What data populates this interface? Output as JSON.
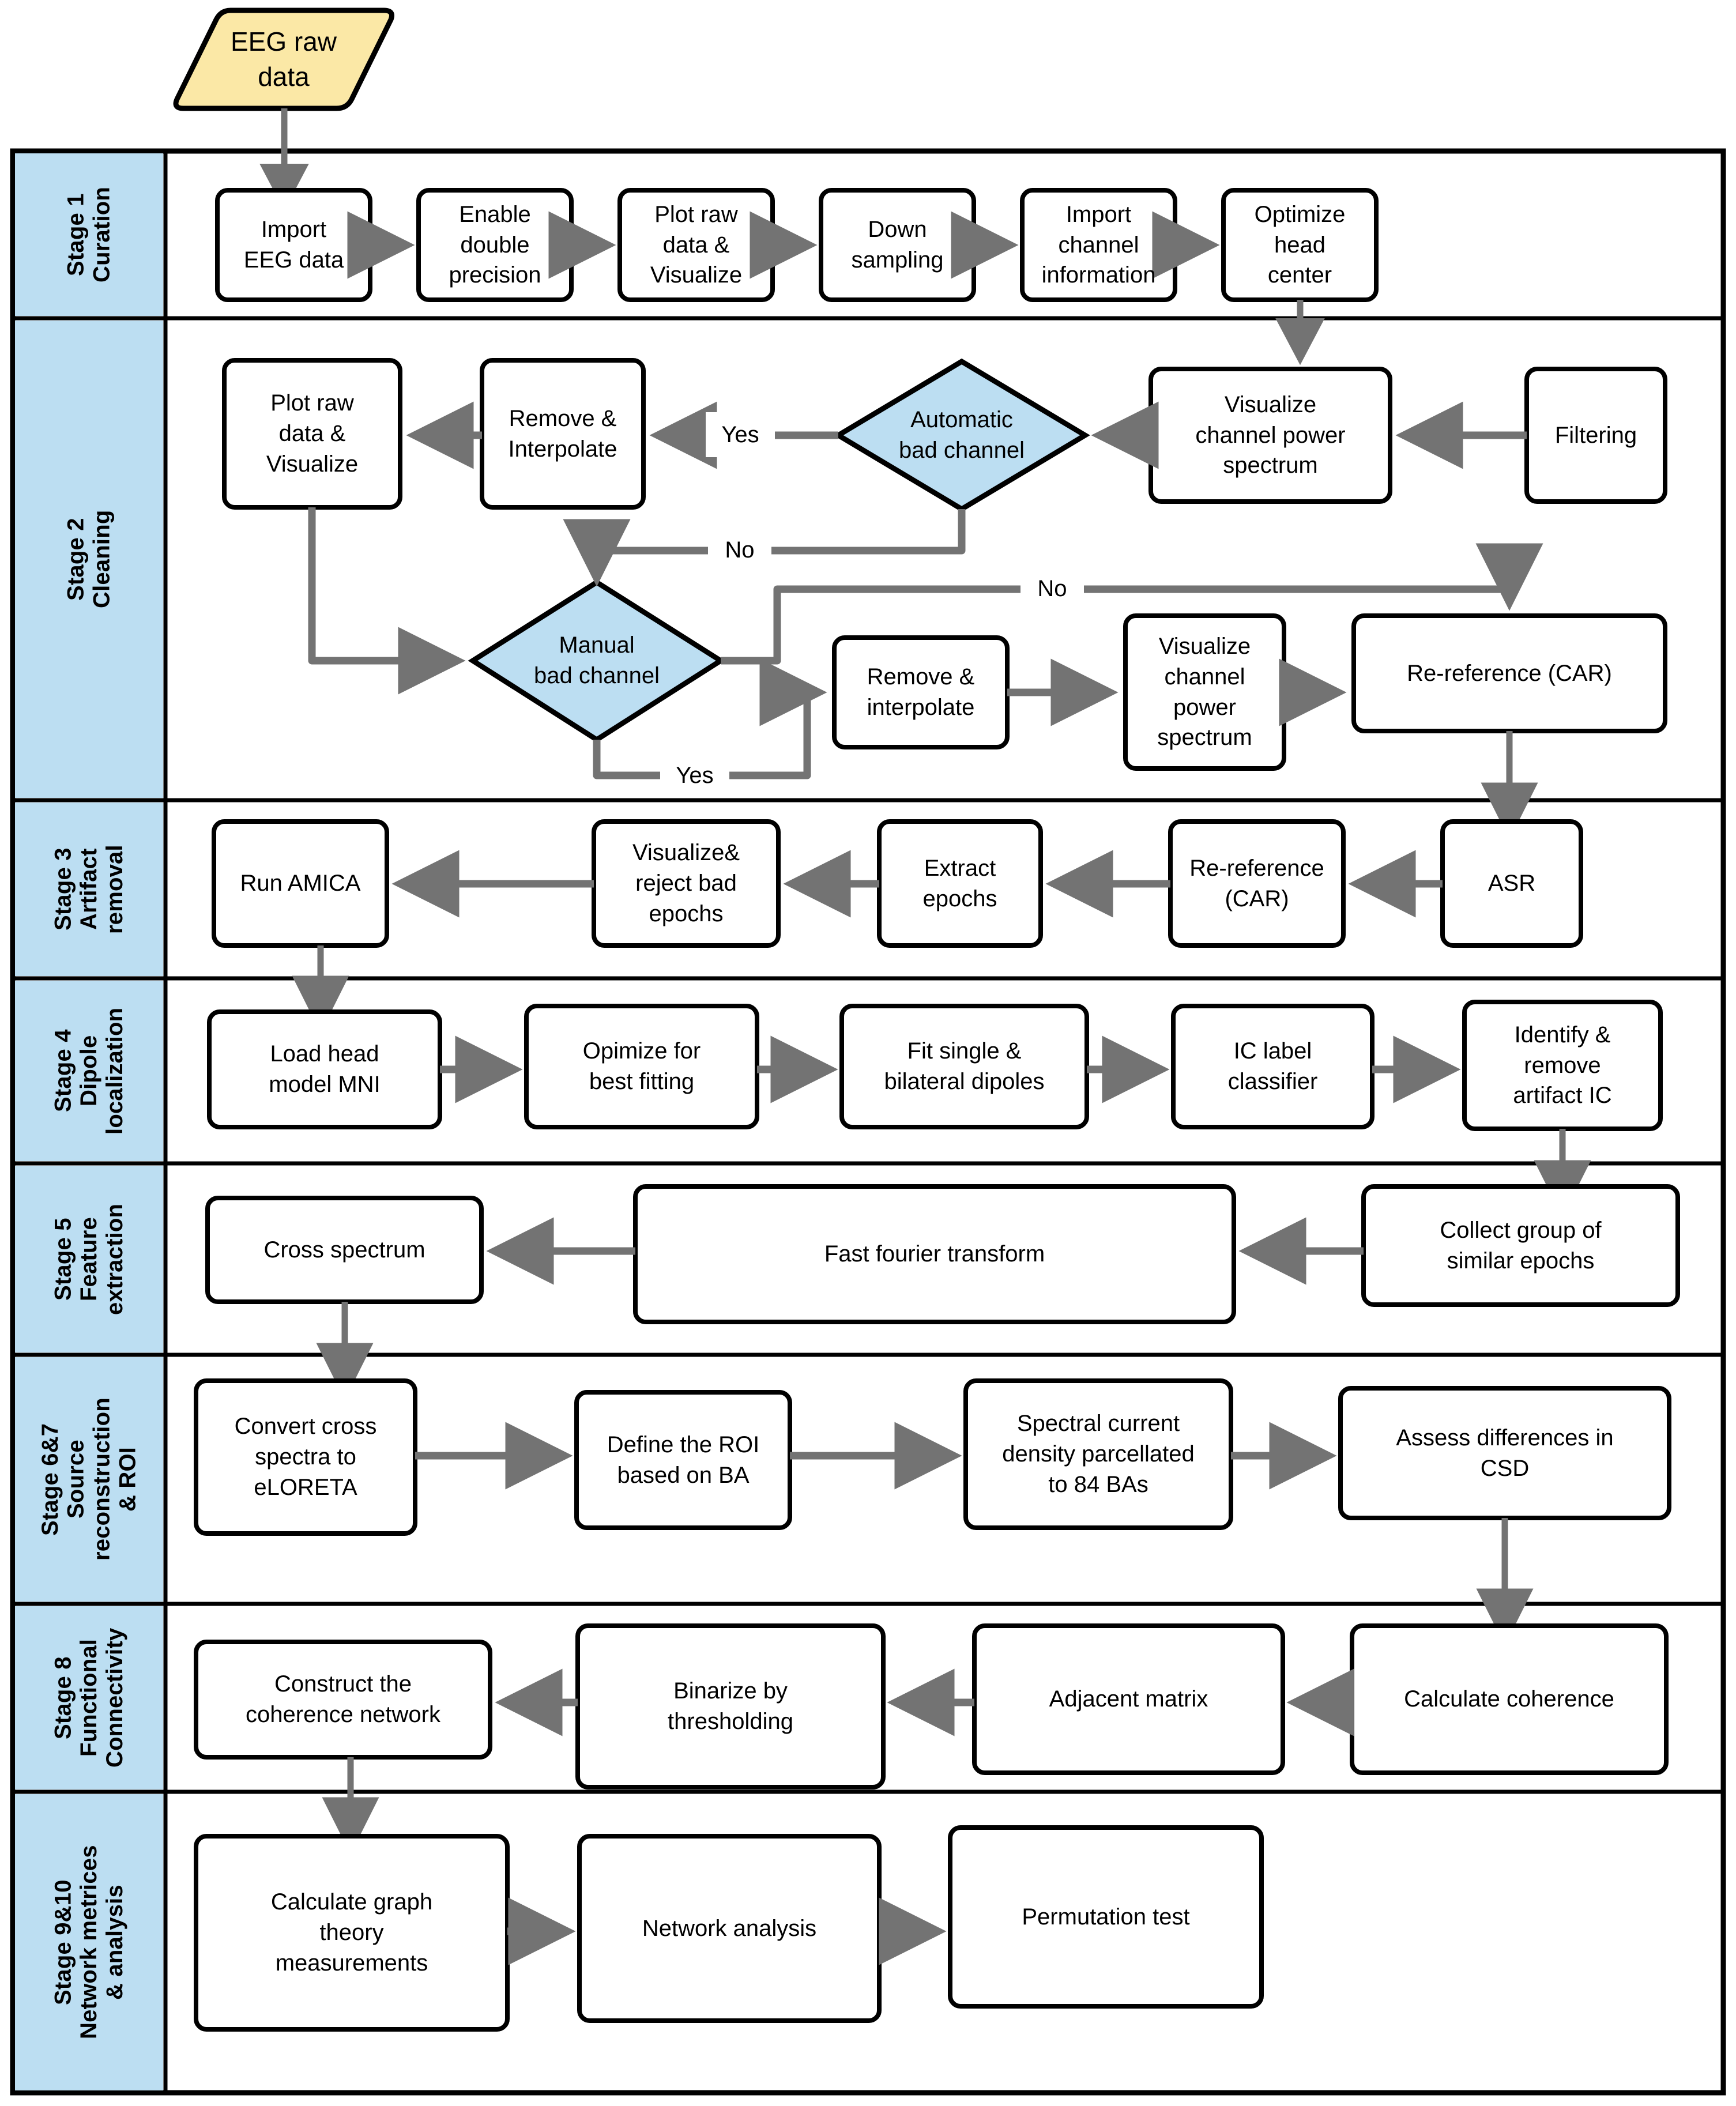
{
  "diagram": {
    "title": "EEG processing pipeline flowchart",
    "colors": {
      "lane_fill": "#bcdef2",
      "start_fill": "#fbe8a6",
      "decision_fill": "#bcdef2",
      "node_fill": "#ffffff",
      "stroke": "#000000",
      "arrow": "#737373"
    },
    "start_node": {
      "label": "EEG raw\ndata",
      "shape": "parallelogram"
    },
    "lanes": [
      {
        "id": "stage1",
        "label": "Stage 1\nCuration"
      },
      {
        "id": "stage2",
        "label": "Stage 2\nCleaning"
      },
      {
        "id": "stage3",
        "label": "Stage 3\nArtifact\nremoval"
      },
      {
        "id": "stage4",
        "label": "Stage 4\nDipole\nlocalization"
      },
      {
        "id": "stage5",
        "label": "Stage 5\nFeature\nextraction"
      },
      {
        "id": "stage67",
        "label": "Stage 6&7\nSource\nreconstruction\n& ROI"
      },
      {
        "id": "stage8",
        "label": "Stage 8\nFunctional\nConnectivity"
      },
      {
        "id": "stage910",
        "label": "Stage 9&10\nNetwork metrices\n& analysis"
      }
    ],
    "nodes": {
      "s1": [
        "Import\nEEG data",
        "Enable\ndouble\nprecision",
        "Plot raw\ndata &\nVisualize",
        "Down\nsampling",
        "Import\nchannel\ninformation",
        "Optimize\nhead\ncenter"
      ],
      "s2": [
        "Plot raw\ndata &\nVisualize",
        "Remove &\nInterpolate",
        "Automatic\nbad channel",
        "Visualize\nchannel power\nspectrum",
        "Filtering",
        "Manual\nbad channel",
        "Remove &\ninterpolate",
        "Visualize\nchannel\npower\nspectrum",
        "Re-reference (CAR)"
      ],
      "s3": [
        "Run AMICA",
        "Visualize&\nreject bad\nepochs",
        "Extract\nepochs",
        "Re-reference\n(CAR)",
        "ASR"
      ],
      "s4": [
        "Load head\nmodel MNI",
        "Opimize for\nbest fitting",
        "Fit single &\nbilateral dipoles",
        "IC label\nclassifier",
        "Identify &\nremove\nartifact IC"
      ],
      "s5": [
        "Cross spectrum",
        "Fast fourier transform",
        "Collect  group of\nsimilar epochs"
      ],
      "s67": [
        "Convert cross\nspectra to\neLORETA",
        "Define the ROI\nbased on BA",
        "Spectral current\ndensity parcellated\nto 84 BAs",
        "Assess differences in\nCSD"
      ],
      "s8": [
        "Construct the\ncoherence network",
        "Binarize by\nthresholding",
        "Adjacent matrix",
        "Calculate coherence"
      ],
      "s910": [
        "Calculate graph\ntheory\nmeasurements",
        "Network analysis",
        "Permutation test"
      ]
    },
    "edge_labels": {
      "auto_yes": "Yes",
      "auto_no": "No",
      "manual_no": "No",
      "manual_yes": "Yes"
    }
  }
}
